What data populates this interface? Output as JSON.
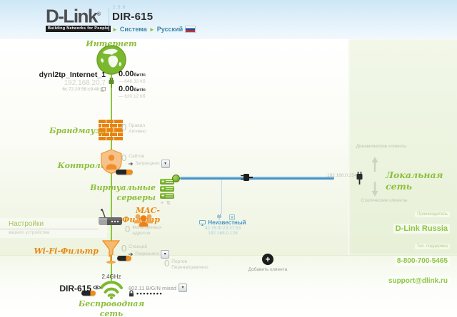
{
  "header": {
    "brand": "D-Link",
    "brand_reg": "®",
    "tagline": "Building Networks for People",
    "firmware_version": "2.5.6",
    "model": "DIR-615",
    "menu_system": "Система",
    "menu_language": "Русский"
  },
  "internet": {
    "section_label": "Интернет",
    "connection_name": "dynl2tp_Internet_1",
    "ip": "192.168.20.7",
    "mac": "6c:72:20:58:c9:4b",
    "up_rate": "0.00",
    "up_unit": "бит/с",
    "up_total": "— 646.33 Кб",
    "down_rate": "0.00",
    "down_unit": "бит/с",
    "down_total": "— 620.12 Кб"
  },
  "firewall": {
    "label": "Брандмауэр",
    "count": "0",
    "stat_line1": "Правил",
    "stat_line2": "Активно"
  },
  "control": {
    "label": "Контроль",
    "count": "0",
    "stat_line1": "Сайтов",
    "stat_line2": "Запрещено"
  },
  "virtual_servers": {
    "label_line1": "Виртуальные",
    "label_line2": "серверы"
  },
  "mac_filter": {
    "label": "MAC-Фильтр",
    "count": "0",
    "stat_line1": "Фильтруемых",
    "stat_line2": "адресов"
  },
  "settings": {
    "label": "Настройки",
    "sublabel": "вашего устройства"
  },
  "wifi_filter": {
    "label": "Wi-Fi-Фильтр",
    "count": "0",
    "stat_line1": "Станций",
    "stat_line2": "Разрешено"
  },
  "wireless": {
    "band": "2.4GHz",
    "ssid": "DIR-615",
    "mode": "802.11 B/G/N mixed",
    "password_masked": "••••••••",
    "label_line1": "Беспроводная",
    "label_line2": "сеть"
  },
  "ports": {
    "count": "0",
    "stat_line1": "Портов",
    "stat_line2": "Перенаправлено"
  },
  "client": {
    "name": "Неизвестный",
    "mac": "42:76:9f:23:37:53",
    "ip": "192.168.0.126"
  },
  "add_client": {
    "label": "Добавить клиента"
  },
  "lan": {
    "label_line1": "Локальная",
    "label_line2": "сеть",
    "ip": "192.168.0.254",
    "dynamic_label": "Динамические клиенты",
    "static_label": "Статические клиенты"
  },
  "support": {
    "vendor_caption": "Производитель",
    "vendor": "D-Link Russia",
    "support_caption": "Тех. поддержка",
    "phone": "8-800-700-5465",
    "email": "support@dlink.ru"
  },
  "colors": {
    "accent_green": "#8dbf3b",
    "accent_orange": "#ef8c1a",
    "link_blue": "#4795c5"
  }
}
